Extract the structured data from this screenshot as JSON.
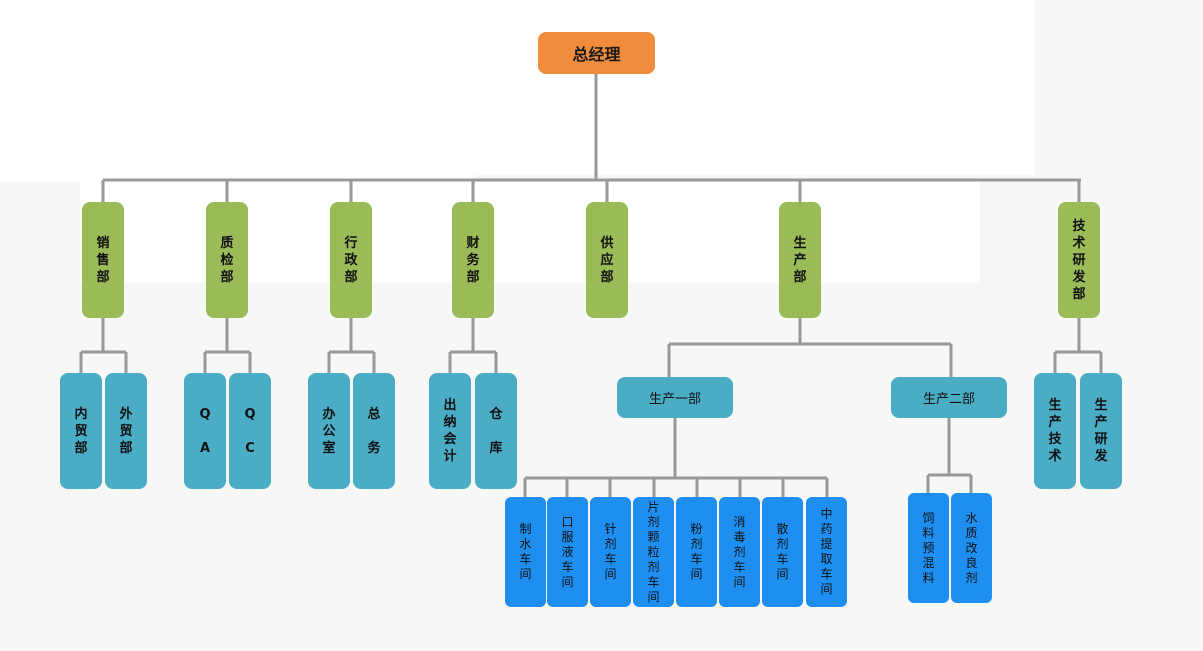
{
  "colors": {
    "ceo": "#f08c3c",
    "department": "#9bbb59",
    "sub_unit": "#4bacc6",
    "workshop": "#1e8ff0",
    "line": "#999999"
  },
  "ceo": "总经理",
  "departments": [
    {
      "id": "sales",
      "label": "销\n售\n部",
      "children": [
        "内\n贸\n部",
        "外\n贸\n部"
      ]
    },
    {
      "id": "qc",
      "label": "质\n检\n部",
      "children": [
        "Q\n\nA",
        "Q\n\nC"
      ]
    },
    {
      "id": "admin",
      "label": "行\n政\n部",
      "children": [
        "办\n公\n室",
        "总\n\n务"
      ]
    },
    {
      "id": "finance",
      "label": "财\n务\n部",
      "children": [
        "出\n纳\n会\n计",
        "仓\n\n库"
      ]
    },
    {
      "id": "supply",
      "label": "供\n应\n部",
      "children": []
    },
    {
      "id": "production",
      "label": "生\n产\n部",
      "children": []
    },
    {
      "id": "tech",
      "label": "技\n术\n研\n发\n部",
      "children": [
        "生\n产\n技\n术",
        "生\n产\n研\n发"
      ]
    }
  ],
  "production_units": [
    {
      "label": "生产一部",
      "workshops": [
        "制\n水\n车\n间",
        "口\n服\n液\n车\n间",
        "针\n剂\n车\n间",
        "片\n剂\n颗\n粒\n剂\n车\n间",
        "粉\n剂\n车\n间",
        "消\n毒\n剂\n车\n间",
        "散\n剂\n车\n间",
        "中\n药\n提\n取\n车\n间"
      ]
    },
    {
      "label": "生产二部",
      "workshops": [
        "饲\n料\n预\n混\n料",
        "水\n质\n改\n良\n剂"
      ]
    }
  ]
}
